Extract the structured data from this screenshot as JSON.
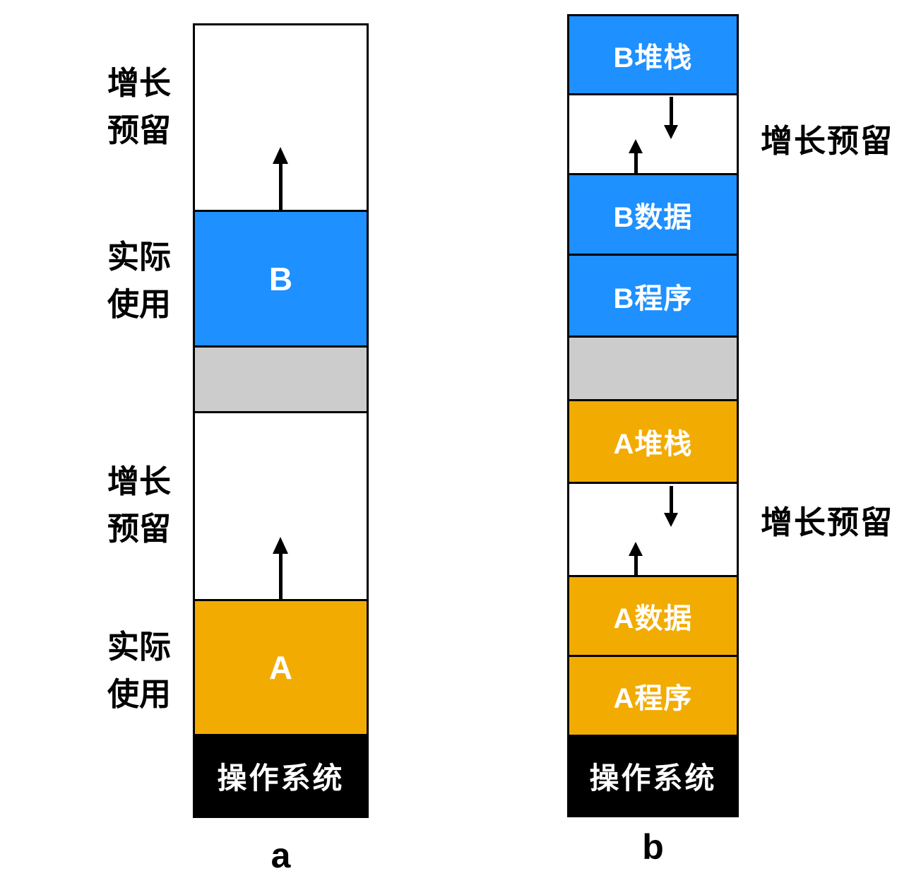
{
  "colors": {
    "process_b": "#1E90FF",
    "process_a": "#F2AB00",
    "unused": "#CCCCCC",
    "os": "#000000"
  },
  "column_a": {
    "caption": "a",
    "left_labels": [
      {
        "line1": "增长",
        "line2": "预留"
      },
      {
        "line1": "实际",
        "line2": "使用"
      },
      {
        "line1": "增长",
        "line2": "预留"
      },
      {
        "line1": "实际",
        "line2": "使用"
      }
    ],
    "boxes": {
      "b": "B",
      "a": "A",
      "os": "操作系统"
    }
  },
  "column_b": {
    "caption": "b",
    "right_labels": [
      "增长预留",
      "增长预留"
    ],
    "boxes": {
      "b_stack": "B堆栈",
      "b_data": "B数据",
      "b_program": "B程序",
      "a_stack": "A堆栈",
      "a_data": "A数据",
      "a_program": "A程序",
      "os": "操作系统"
    }
  }
}
